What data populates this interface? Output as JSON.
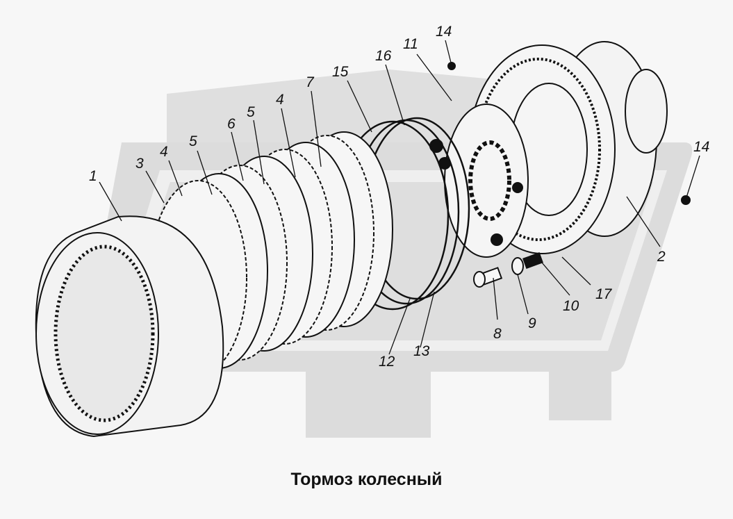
{
  "caption": "Тормоз колесный",
  "watermark": {
    "description": "gear-logo-watermark",
    "color": "#dcdcdc"
  },
  "colors": {
    "background": "#f7f7f7",
    "ink": "#111111",
    "watermark": "#dcdcdc"
  },
  "callouts": [
    {
      "id": "c1",
      "label": "1"
    },
    {
      "id": "c3",
      "label": "3"
    },
    {
      "id": "c4a",
      "label": "4"
    },
    {
      "id": "c5a",
      "label": "5"
    },
    {
      "id": "c6",
      "label": "6"
    },
    {
      "id": "c5b",
      "label": "5"
    },
    {
      "id": "c4b",
      "label": "4"
    },
    {
      "id": "c7",
      "label": "7"
    },
    {
      "id": "c15",
      "label": "15"
    },
    {
      "id": "c16",
      "label": "16"
    },
    {
      "id": "c11",
      "label": "11"
    },
    {
      "id": "c14a",
      "label": "14"
    },
    {
      "id": "c14b",
      "label": "14"
    },
    {
      "id": "c2",
      "label": "2"
    },
    {
      "id": "c17",
      "label": "17"
    },
    {
      "id": "c10",
      "label": "10"
    },
    {
      "id": "c9",
      "label": "9"
    },
    {
      "id": "c8",
      "label": "8"
    },
    {
      "id": "c13",
      "label": "13"
    },
    {
      "id": "c12",
      "label": "12"
    }
  ]
}
